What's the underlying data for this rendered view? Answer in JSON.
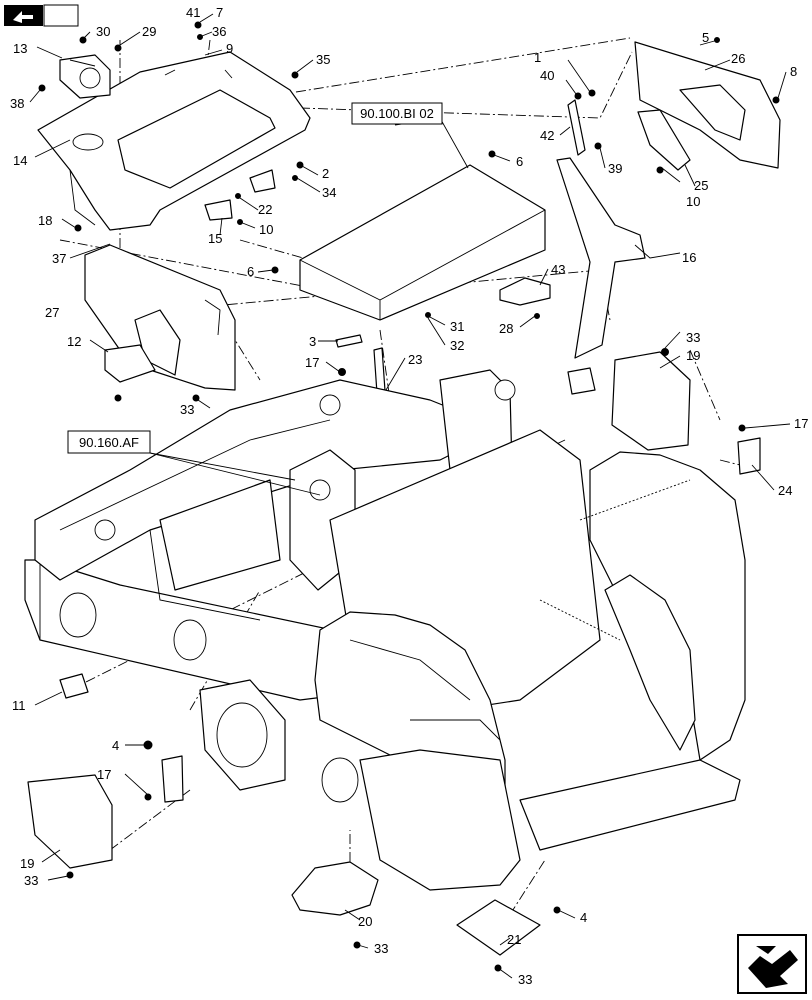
{
  "callouts": [
    {
      "id": "c1",
      "text": "1"
    },
    {
      "id": "c2",
      "text": "2"
    },
    {
      "id": "c3",
      "text": "3"
    },
    {
      "id": "c4a",
      "text": "4"
    },
    {
      "id": "c4b",
      "text": "4"
    },
    {
      "id": "c5",
      "text": "5"
    },
    {
      "id": "c6a",
      "text": "6"
    },
    {
      "id": "c6b",
      "text": "6"
    },
    {
      "id": "c7",
      "text": "7"
    },
    {
      "id": "c8",
      "text": "8"
    },
    {
      "id": "c9",
      "text": "9"
    },
    {
      "id": "c10a",
      "text": "10"
    },
    {
      "id": "c10b",
      "text": "10"
    },
    {
      "id": "c11",
      "text": "11"
    },
    {
      "id": "c12",
      "text": "12"
    },
    {
      "id": "c13",
      "text": "13"
    },
    {
      "id": "c14",
      "text": "14"
    },
    {
      "id": "c15",
      "text": "15"
    },
    {
      "id": "c16",
      "text": "16"
    },
    {
      "id": "c17a",
      "text": "17"
    },
    {
      "id": "c17b",
      "text": "17"
    },
    {
      "id": "c17c",
      "text": "17"
    },
    {
      "id": "c18",
      "text": "18"
    },
    {
      "id": "c19a",
      "text": "19"
    },
    {
      "id": "c19b",
      "text": "19"
    },
    {
      "id": "c20",
      "text": "20"
    },
    {
      "id": "c21",
      "text": "21"
    },
    {
      "id": "c22",
      "text": "22"
    },
    {
      "id": "c23",
      "text": "23"
    },
    {
      "id": "c24",
      "text": "24"
    },
    {
      "id": "c25",
      "text": "25"
    },
    {
      "id": "c26",
      "text": "26"
    },
    {
      "id": "c27",
      "text": "27"
    },
    {
      "id": "c28",
      "text": "28"
    },
    {
      "id": "c29",
      "text": "29"
    },
    {
      "id": "c30",
      "text": "30"
    },
    {
      "id": "c31",
      "text": "31"
    },
    {
      "id": "c32",
      "text": "32"
    },
    {
      "id": "c33a",
      "text": "33"
    },
    {
      "id": "c33b",
      "text": "33"
    },
    {
      "id": "c33c",
      "text": "33"
    },
    {
      "id": "c33d",
      "text": "33"
    },
    {
      "id": "c33e",
      "text": "33"
    },
    {
      "id": "c34",
      "text": "34"
    },
    {
      "id": "c35",
      "text": "35"
    },
    {
      "id": "c36",
      "text": "36"
    },
    {
      "id": "c37",
      "text": "37"
    },
    {
      "id": "c38",
      "text": "38"
    },
    {
      "id": "c39",
      "text": "39"
    },
    {
      "id": "c40",
      "text": "40"
    },
    {
      "id": "c41",
      "text": "41"
    },
    {
      "id": "c42",
      "text": "42"
    },
    {
      "id": "c43",
      "text": "43"
    }
  ],
  "refs": {
    "ref_top": "90.100.BI 02",
    "ref_mid": "90.160.AF"
  },
  "icons": {
    "top_left": "book-arrow-icon",
    "bottom_right": "navigation-arrow-icon"
  }
}
